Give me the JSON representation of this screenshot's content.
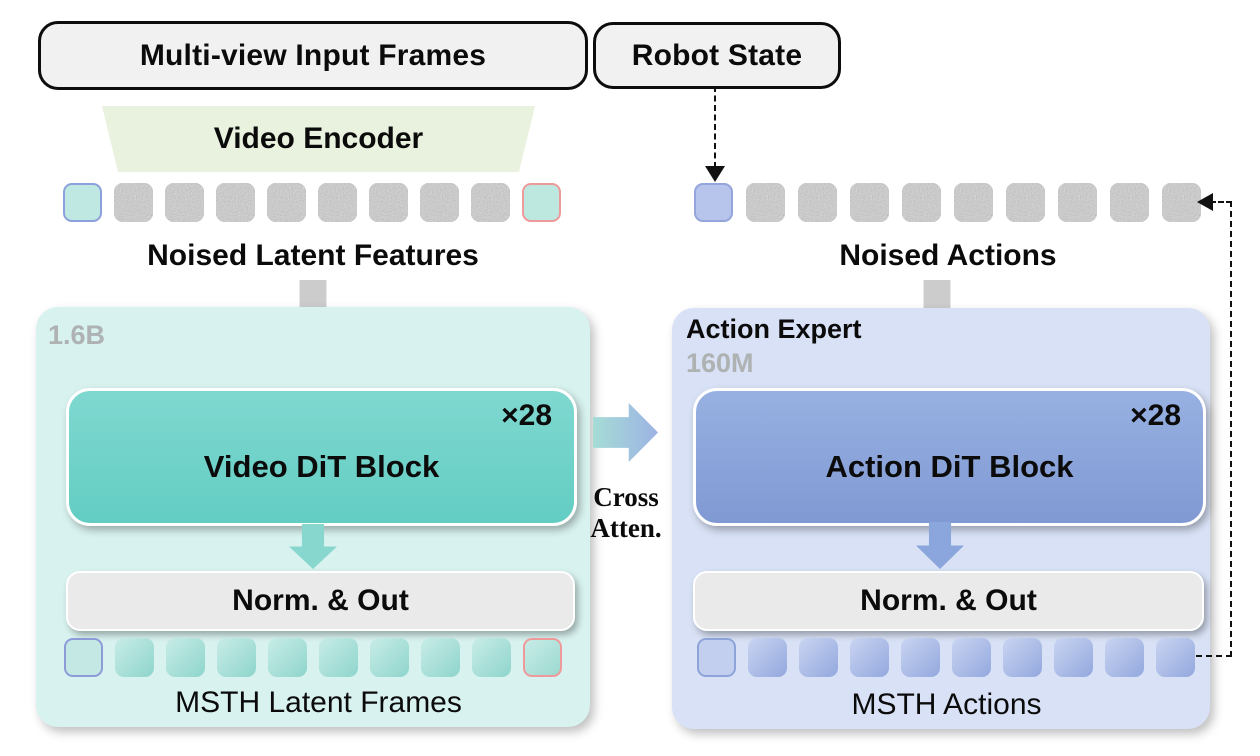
{
  "inputs": {
    "multiview_label": "Multi-view Input Frames",
    "robot_state_label": "Robot State"
  },
  "encoder": {
    "label": "Video Encoder"
  },
  "latent_row": {
    "label": "Noised Latent Features",
    "token_types": [
      "clean-teal-first",
      "noise",
      "noise",
      "noise",
      "noise",
      "noise",
      "noise",
      "noise",
      "noise",
      "clean-teal-last"
    ]
  },
  "action_row": {
    "label": "Noised Actions",
    "token_types": [
      "state-blue",
      "noise",
      "noise",
      "noise",
      "noise",
      "noise",
      "noise",
      "noise",
      "noise",
      "noise"
    ]
  },
  "video_branch": {
    "params": "1.6B",
    "block_label": "Video DiT Block",
    "repeat": "×28",
    "norm_label": "Norm. & Out",
    "output_label": "MSTH Latent Frames",
    "output_token_types": [
      "out-teal-first",
      "out-teal",
      "out-teal",
      "out-teal",
      "out-teal",
      "out-teal",
      "out-teal",
      "out-teal",
      "out-teal",
      "out-teal-last"
    ]
  },
  "action_branch": {
    "title": "Action Expert",
    "params": "160M",
    "block_label": "Action DiT Block",
    "repeat": "×28",
    "norm_label": "Norm. & Out",
    "output_label": "MSTH Actions",
    "output_token_types": [
      "out-blue-first",
      "out-blue",
      "out-blue",
      "out-blue",
      "out-blue",
      "out-blue",
      "out-blue",
      "out-blue",
      "out-blue",
      "out-blue"
    ]
  },
  "cross_attention": {
    "line1": "Cross",
    "line2": "Atten."
  },
  "colors": {
    "video_box": "#d8f2ef",
    "video_block": "#6fd1c8",
    "action_box": "#d8e1f5",
    "action_block": "#8aa5da",
    "encoder_trapezoid": "#e9f2de",
    "norm_box": "#eaeaea",
    "pill_fill": "#f1f1f1",
    "noise_token": "#9a9a9a",
    "clean_token_border_blue": "#8ca0dc",
    "clean_token_border_red": "#ef9a9a",
    "params_text": "#aeb2b2",
    "arrow_gray": "#cccccc",
    "arrow_teal": "#87d7cf",
    "arrow_blue": "#8ba5dd"
  }
}
